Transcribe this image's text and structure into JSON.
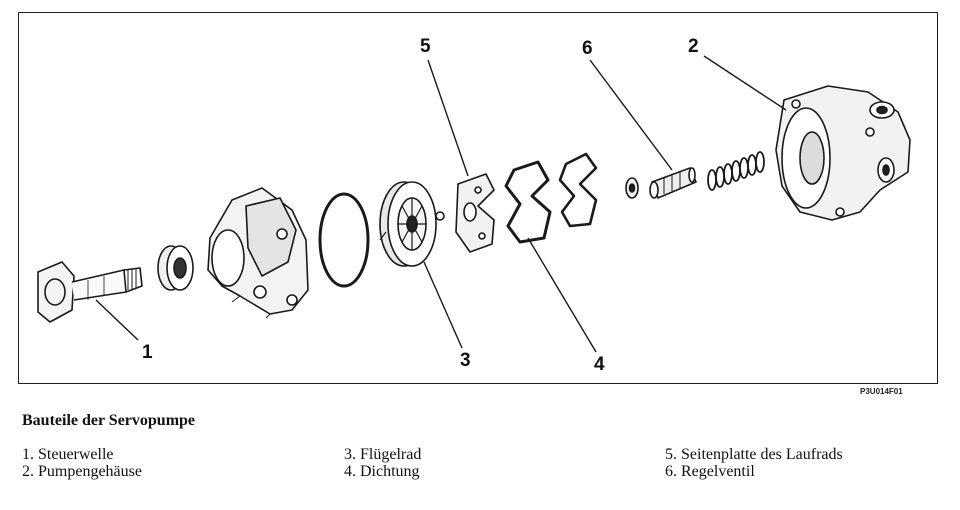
{
  "figure": {
    "callouts": [
      "1",
      "2",
      "3",
      "4",
      "5",
      "6"
    ],
    "code": "P3U014F01"
  },
  "caption": "Bauteile der Servopumpe",
  "legend": [
    [
      "1. Steuerwelle",
      "2. Pumpengehäuse"
    ],
    [
      "3. Flügelrad",
      "4. Dichtung"
    ],
    [
      "5. Seitenplatte des Laufrads",
      "6. Regelventil"
    ]
  ]
}
